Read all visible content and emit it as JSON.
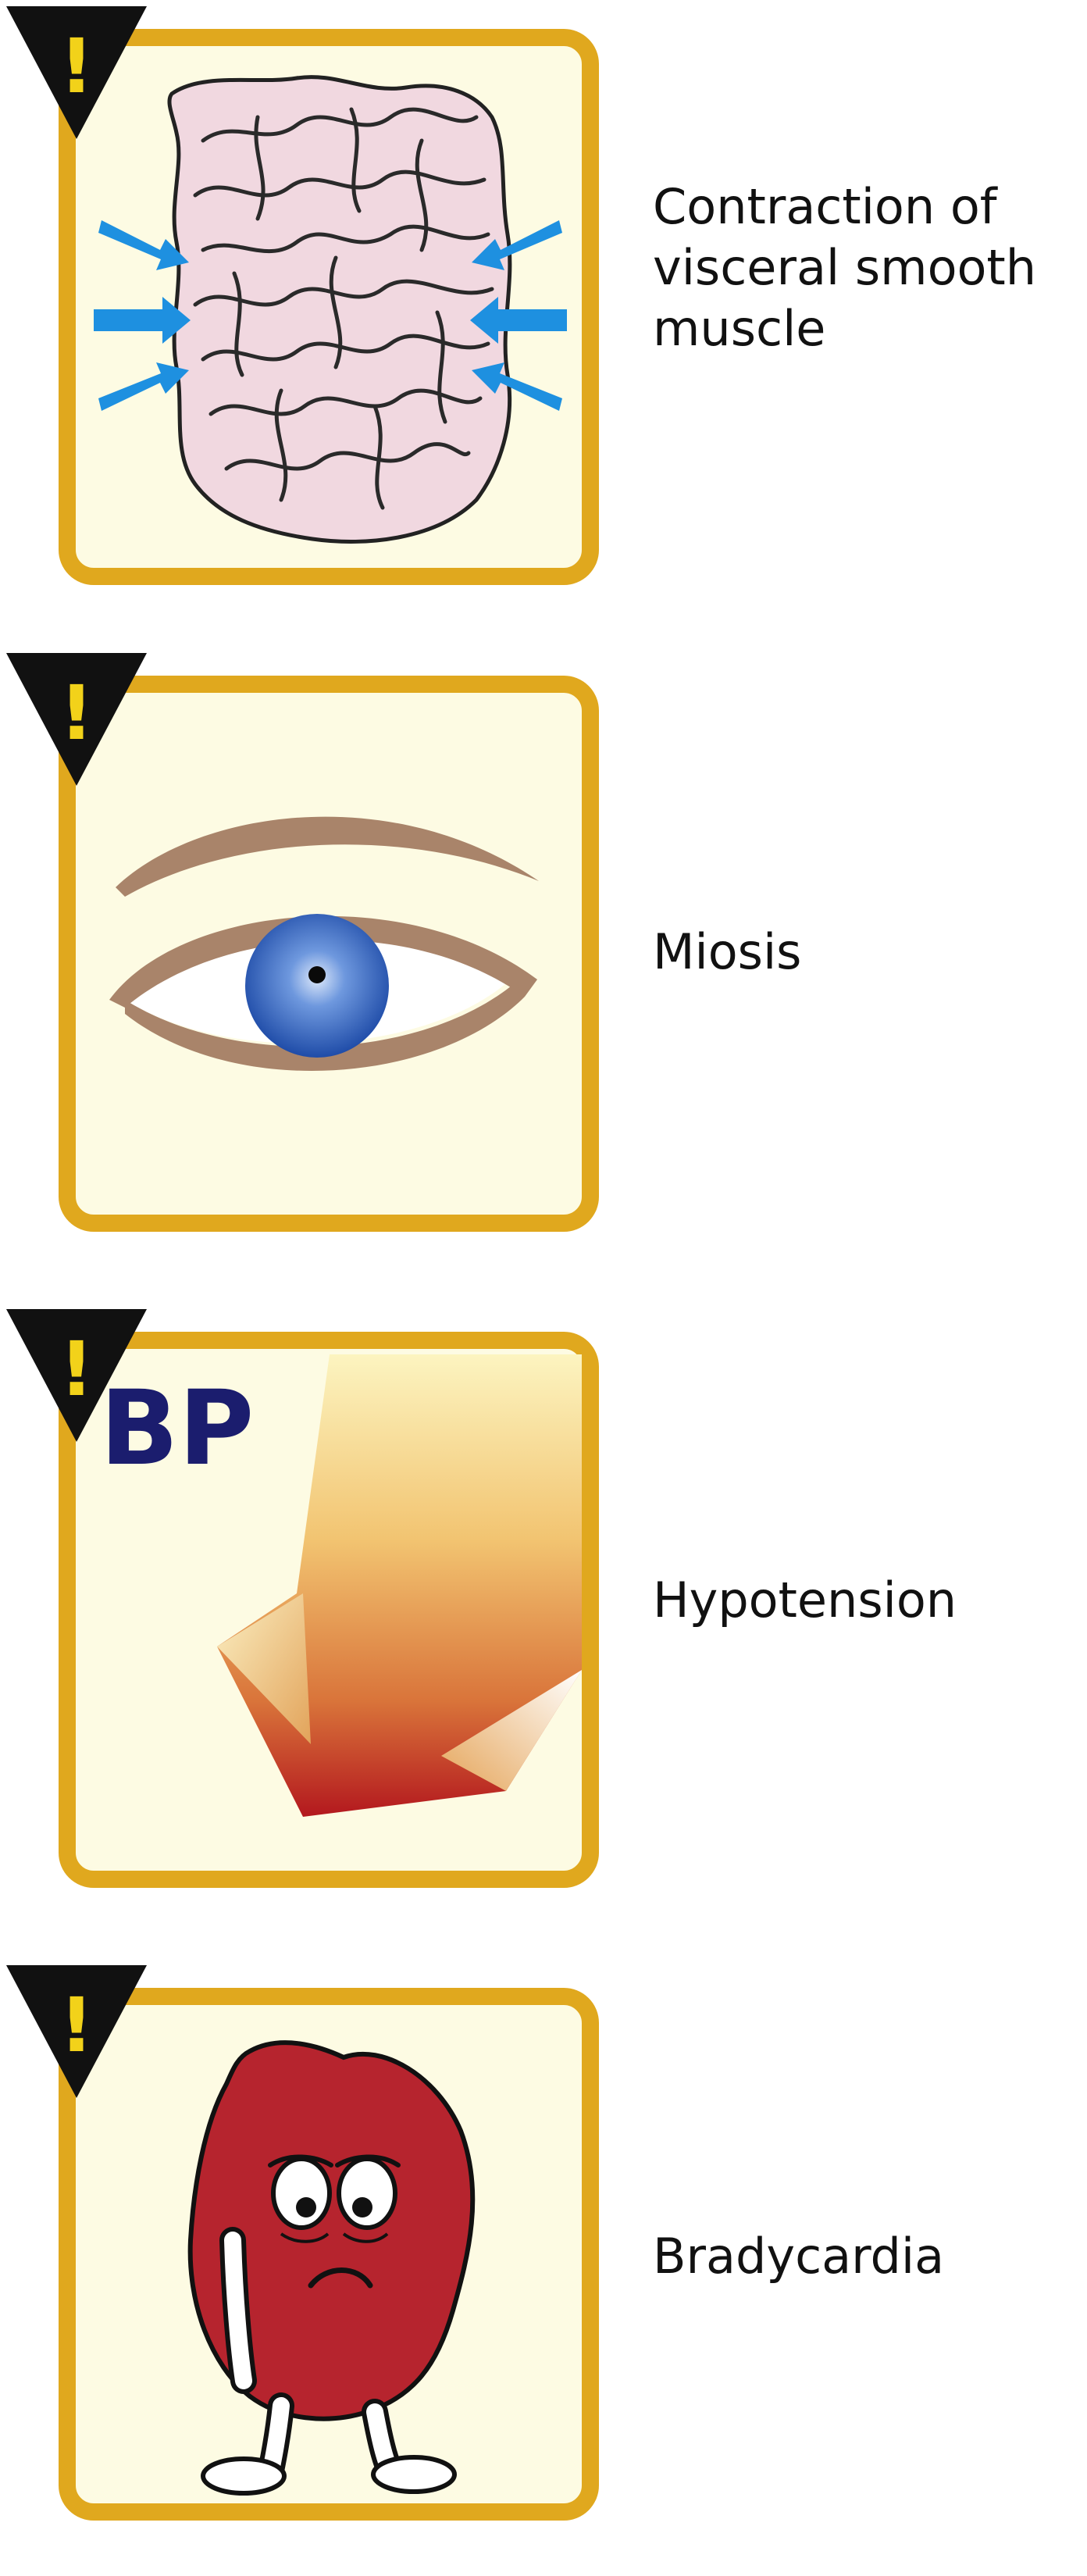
{
  "items": [
    {
      "label": "Contraction of visceral smooth muscle",
      "icon": "intestine-icon"
    },
    {
      "label": "Miosis",
      "icon": "eye-icon"
    },
    {
      "label": "Hypotension",
      "icon": "blood-pressure-down-icon",
      "badge": "BP"
    },
    {
      "label": "Bradycardia",
      "icon": "sad-heart-icon"
    }
  ],
  "warning": {
    "glyph": "!",
    "icon": "warning-triangle-icon"
  },
  "colors": {
    "frame_border": "#E0A81E",
    "frame_fill": "#FDFBE3",
    "warning_triangle": "#111111",
    "warning_glyph": "#F2D21A",
    "arrow_blue": "#1E90E0",
    "intestine": "#F1D8E0",
    "eyebrow": "#A9846A",
    "iris": "#3C6FC6",
    "bp_text": "#1B1D6E",
    "heart": "#B6242E"
  }
}
